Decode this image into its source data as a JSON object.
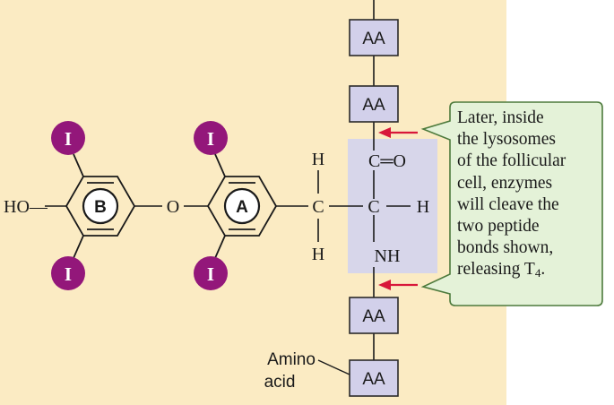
{
  "colors": {
    "background_panel": "#FBEBC3",
    "highlight_box": "#D7D6EA",
    "aa_box_fill": "#D2D0EA",
    "iodine_fill": "#93177A",
    "callout_fill": "#E4F2D8",
    "callout_border": "#4D7A3C",
    "arrow": "#D8173A"
  },
  "amino_acid_boxes": [
    "AA",
    "AA",
    "AA",
    "AA"
  ],
  "iodine_label": "I",
  "ring_b": {
    "label": "B",
    "substituent": "HO—"
  },
  "ether_label": "O",
  "ring_a": {
    "label": "A"
  },
  "side_chain": {
    "ch2_carbon": "C",
    "h_top": "H",
    "h_bottom": "H",
    "alpha_carbon": "C",
    "alpha_h": "H",
    "carbonyl": "C═O",
    "amine": "NH"
  },
  "amino_acid_label": [
    "Amino",
    "acid"
  ],
  "callout": {
    "lines": [
      "Later, inside",
      "the lysosomes",
      "of the follicular",
      "cell, enzymes",
      "will cleave the",
      "two peptide",
      "bonds shown,"
    ],
    "last_line_text": "releasing T",
    "last_line_sub": "4",
    "last_line_end": "."
  }
}
